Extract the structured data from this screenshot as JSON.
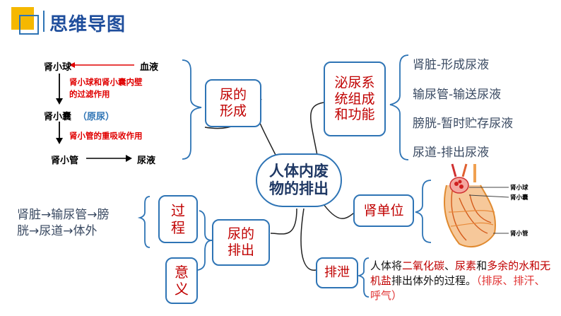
{
  "title": "思维导图",
  "center": "人体内废\n物的排出",
  "formation": {
    "label": "尿的\n形成",
    "glomerulus": "肾小球",
    "blood": "血液",
    "wall_note": "肾小球和肾小囊内壁\n的过滤作用",
    "capsule": "肾小囊",
    "primary_urine": "（原尿）",
    "reabsorb_note": "肾小管的重吸收作用",
    "tubule": "肾小管",
    "urine": "尿液"
  },
  "system": {
    "label": "泌尿系\n统组成\n和功能",
    "items": [
      "肾脏-形成尿液",
      "输尿管-输送尿液",
      "膀胱-暂时贮存尿液",
      "尿道-排出尿液"
    ]
  },
  "nephron": {
    "label": "肾单位",
    "legend": [
      "肾小球",
      "肾小囊",
      "肾小管"
    ]
  },
  "excretion_of_urine": {
    "label": "尿的\n排出",
    "process_label": "过\n程",
    "meaning_label": "意\n义",
    "process_text": "肾脏→输尿管→膀\n胱→尿道→体外"
  },
  "excretion": {
    "label": "排泄",
    "desc": {
      "p1": "人体将",
      "co2": "二氧化碳",
      "sep1": "、",
      "urea": "尿素",
      "and": "和",
      "extra": "多余的水和无机盐",
      "p2": "排出体外的过程。",
      "paren": "（排尿、排汗、呼气）"
    }
  },
  "colors": {
    "accent_yellow": "#f5b800",
    "line_blue": "#2e74b5",
    "label_red": "#c00000",
    "title_blue": "#1f4e9c"
  }
}
